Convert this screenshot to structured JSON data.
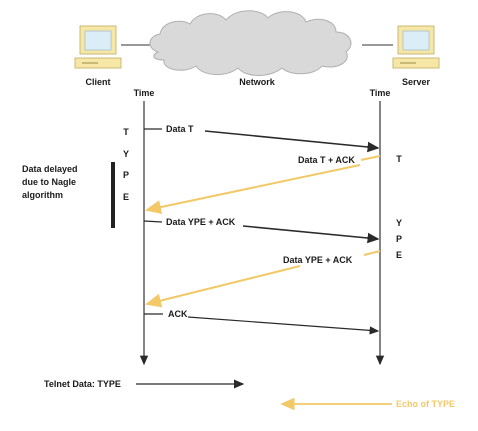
{
  "colors": {
    "data_arrow": "#2a2a2a",
    "echo_arrow": "#f3c867",
    "cloud": "#d9d9d9",
    "computer": "#f6e7a6"
  },
  "icons": {
    "client_computer": "desktop-computer-icon",
    "server_computer": "desktop-computer-icon",
    "network": "cloud-icon"
  },
  "top": {
    "client_label": "Client",
    "network_label": "Network",
    "server_label": "Server",
    "client_time": "Time",
    "server_time": "Time"
  },
  "nagle_note": [
    "Data delayed",
    "due to Nagle",
    "algorithm"
  ],
  "client_keystrokes": [
    "T",
    "Y",
    "P",
    "E"
  ],
  "server_letters": {
    "first": "T",
    "second": [
      "Y",
      "P",
      "E"
    ]
  },
  "messages": {
    "data_t": "Data T",
    "data_t_ack": "Data T + ACK",
    "data_ype_ack": "Data YPE + ACK",
    "data_ype_ack_echo": "Data YPE + ACK",
    "ack": "ACK"
  },
  "legend": {
    "telnet": "Telnet Data: TYPE",
    "echo": "Echo of TYPE"
  }
}
